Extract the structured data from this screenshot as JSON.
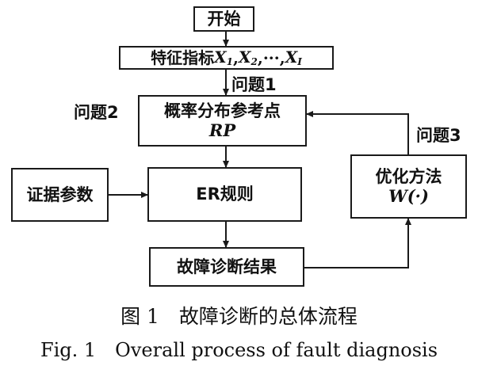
{
  "nodes": {
    "start": "开始",
    "features": {
      "prefix": "特征指标",
      "x1": "X",
      "x1_sub": "1",
      "sep1": ",",
      "x2": "X",
      "x2_sub": "2",
      "sep2": ",",
      "ellipsis": "···",
      "sep3": ",",
      "xi": "X",
      "xi_sub": "I"
    },
    "prob_ref": {
      "line1": "概率分布参考点",
      "line2": "RP"
    },
    "evidence": "证据参数",
    "er_rule": "ER规则",
    "result": "故障诊断结果",
    "optimize": {
      "line1": "优化方法",
      "line2": "W(·)"
    }
  },
  "labels": {
    "q1": "问题1",
    "q2": "问题2",
    "q3": "问题3"
  },
  "caption": {
    "zh": "图 1　故障诊断的总体流程",
    "en": "Fig. 1　Overall process of fault diagnosis"
  },
  "colors": {
    "stroke": "#1a1a1a",
    "text": "#111111",
    "background": "#ffffff"
  }
}
